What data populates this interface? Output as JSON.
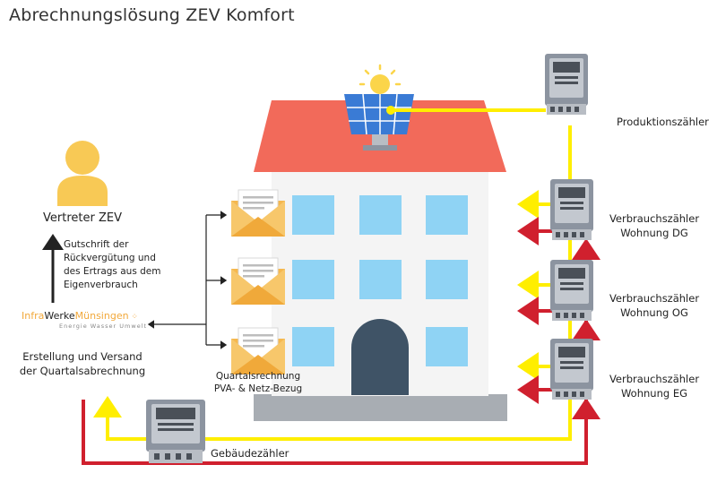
{
  "title": "Abrechnungslösung ZEV  Komfort",
  "labels": {
    "produktion": "Produktionszähler",
    "dg_line1": "Verbrauchszähler",
    "dg_line2": "Wohnung DG",
    "og_line1": "Verbrauchszähler",
    "og_line2": "Wohnung OG",
    "eg_line1": "Verbrauchszähler",
    "eg_line2": "Wohnung EG",
    "gebaeude": "Gebäudezähler",
    "vertreter": "Vertreter ZEV",
    "gutschrift1": "Gutschrift der",
    "gutschrift2": "Rückvergütung und",
    "gutschrift3": "des Ertrags aus dem",
    "gutschrift4": "Eigenverbrauch",
    "erstellung1": "Erstellung und Versand",
    "erstellung2": "der Quartalsabrechnung",
    "quartal1": "Quartalsrechnung",
    "quartal2": "PVA- & Netz-Bezug"
  },
  "logo": {
    "part1": "Infra",
    "part2": "Werke",
    "part3": "Münsingen",
    "sub": "Energie  Wasser  Umwelt"
  },
  "colors": {
    "roof": "#f26a5a",
    "wall": "#f4f4f4",
    "window": "#8fd3f4",
    "door": "#3f5366",
    "base": "#a8adb3",
    "pv_line": "#ffee00",
    "grid_line": "#d0202e",
    "meter": "#8c94a0",
    "meter_dark": "#4a5058",
    "envelope": "#f5b84f",
    "person": "#f8c955"
  }
}
